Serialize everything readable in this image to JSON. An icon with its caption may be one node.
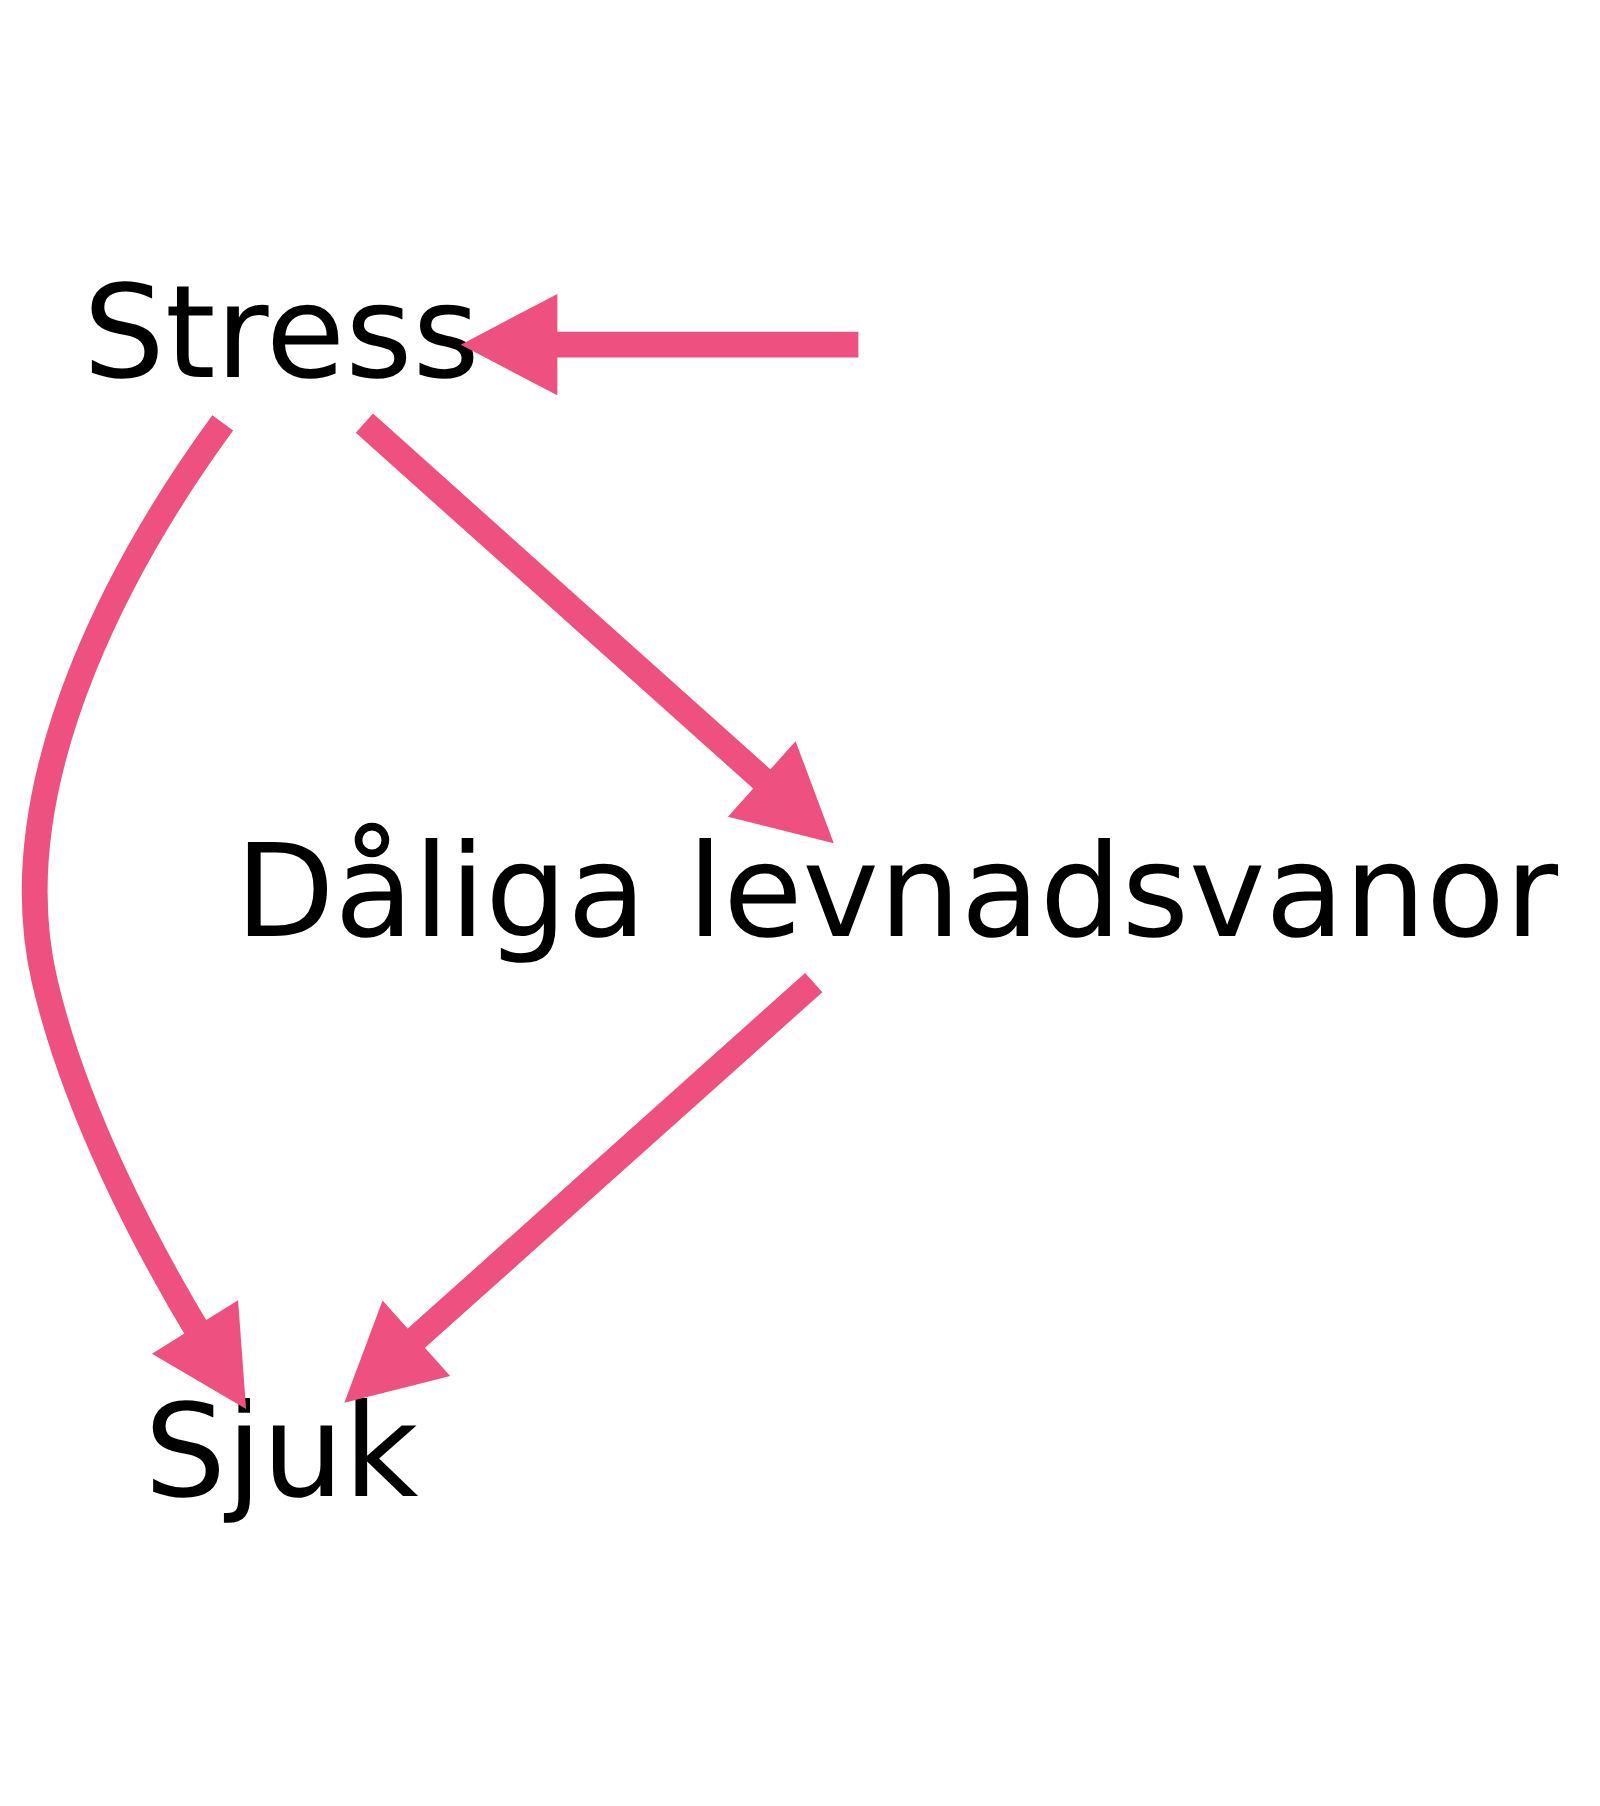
{
  "diagram": {
    "nodes": [
      {
        "text": [
          "Stress"
        ]
      },
      {
        "text": [
          "Dåliga levnadsvanor"
        ]
      },
      {
        "text": [
          "Sjuk"
        ]
      }
    ],
    "edges": [
      {
        "from": null,
        "to": 0,
        "arrow": "to"
      },
      {
        "from": 0,
        "to": 2,
        "arrow": "to"
      },
      {
        "from": 0,
        "to": 1,
        "arrow": "to"
      },
      {
        "from": 1,
        "to": 2,
        "arrow": "to"
      }
    ]
  }
}
